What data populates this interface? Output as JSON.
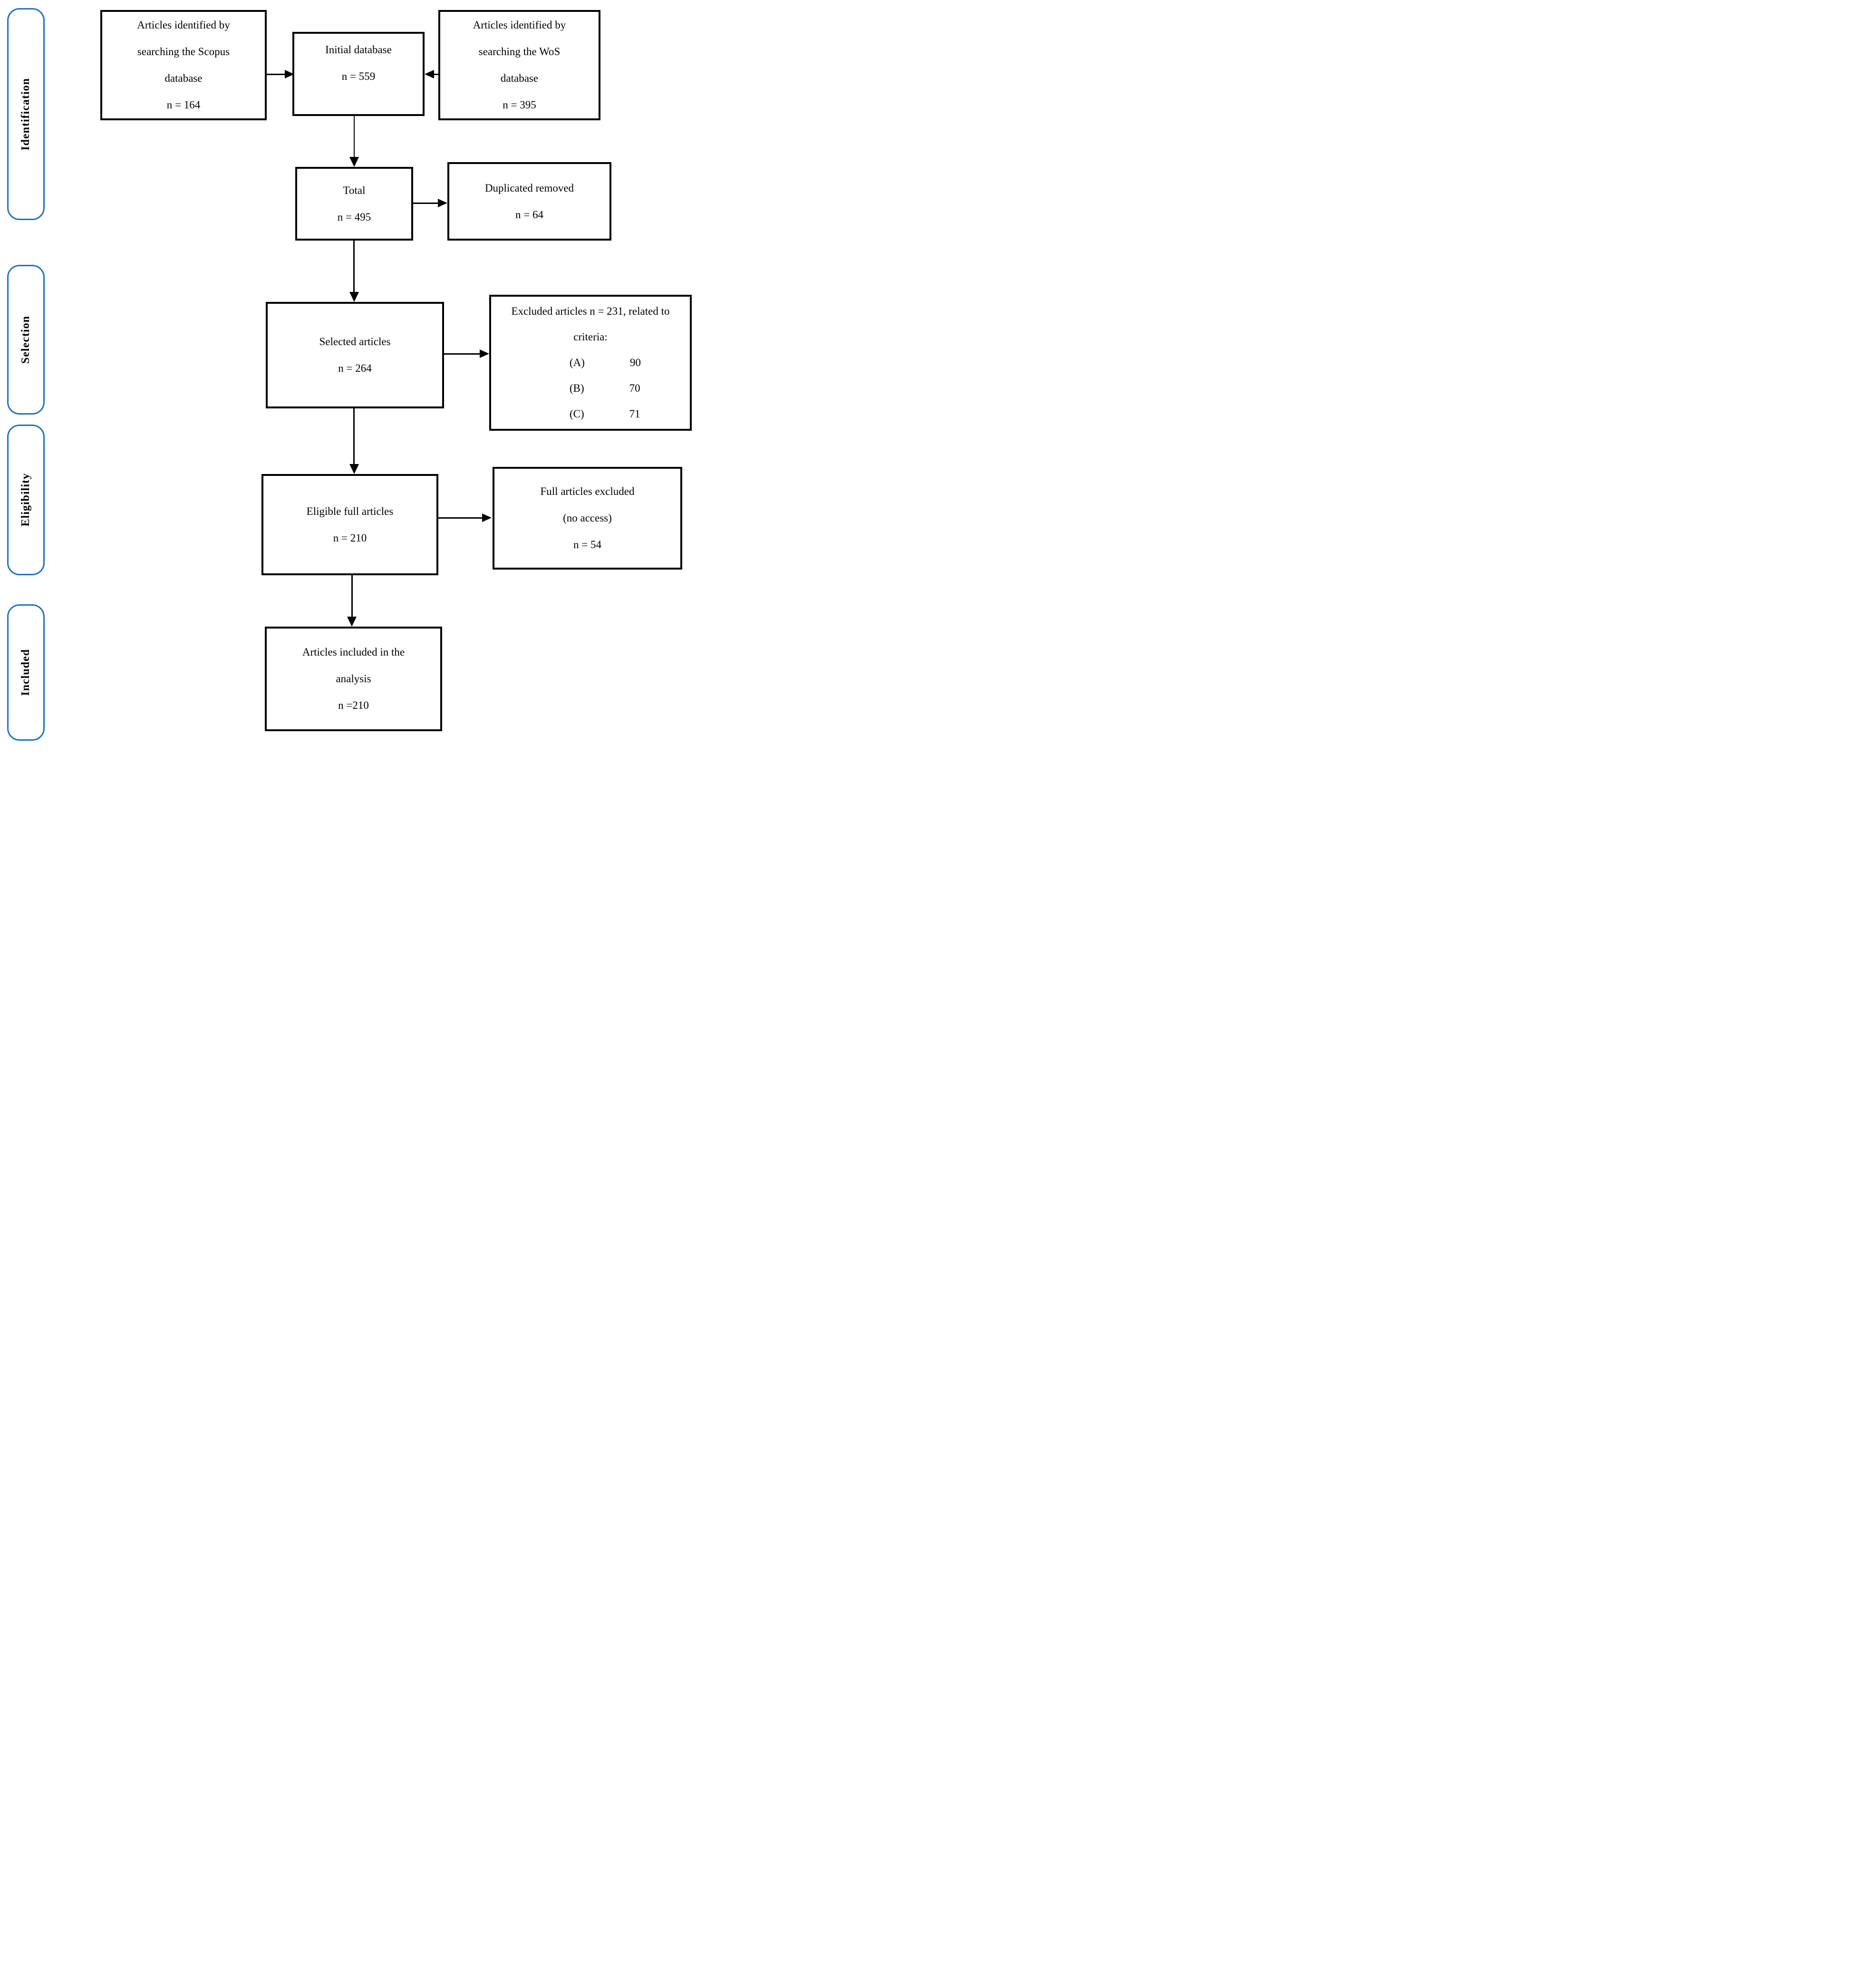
{
  "colors": {
    "accent": "#1C72C8",
    "box_border": "#000000",
    "background": "#FFFFFF"
  },
  "sidebar": {
    "stages": [
      {
        "label": "Identification"
      },
      {
        "label": "Selection"
      },
      {
        "label": "Eligibility"
      },
      {
        "label": "Included"
      }
    ]
  },
  "boxes": {
    "scopus": {
      "lines": [
        "Articles identified by",
        "searching the Scopus",
        "database",
        "n = 164"
      ]
    },
    "initial": {
      "lines": [
        "Initial database",
        "n = 559"
      ]
    },
    "wos": {
      "lines": [
        "Articles identified by",
        "searching the WoS",
        "database",
        "n = 395"
      ]
    },
    "total": {
      "lines": [
        "Total",
        "n = 495"
      ]
    },
    "duplicated": {
      "lines": [
        "Duplicated removed",
        "n = 64"
      ]
    },
    "selected": {
      "lines": [
        "Selected articles",
        "n = 264"
      ]
    },
    "excluded": {
      "header_line1": "Excluded articles n = 231, related to",
      "header_line2": "criteria:",
      "criteria": [
        {
          "label": "(A)",
          "value": "90"
        },
        {
          "label": "(B)",
          "value": "70"
        },
        {
          "label": "(C)",
          "value": "71"
        }
      ]
    },
    "eligible": {
      "lines": [
        "Eligible full articles",
        "n = 210"
      ]
    },
    "full_excluded": {
      "lines": [
        "Full articles excluded",
        "(no access)",
        "n = 54"
      ]
    },
    "included": {
      "lines": [
        "Articles included in the",
        "analysis",
        "n =210"
      ]
    }
  }
}
